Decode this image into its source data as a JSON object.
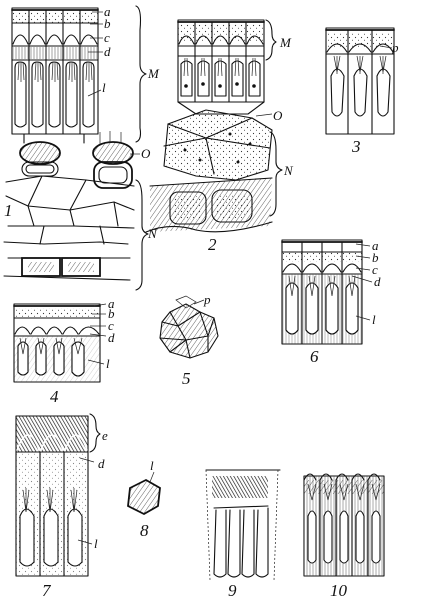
{
  "figures": [
    {
      "id": "fig-1",
      "number": "1",
      "labels": [
        "a",
        "b",
        "c",
        "d",
        "l",
        "M",
        "O",
        "N"
      ]
    },
    {
      "id": "fig-2",
      "number": "2",
      "labels": [
        "M",
        "O",
        "N"
      ]
    },
    {
      "id": "fig-3",
      "number": "3",
      "labels": [
        "p"
      ]
    },
    {
      "id": "fig-4",
      "number": "4",
      "labels": [
        "a",
        "b",
        "c",
        "d",
        "l"
      ]
    },
    {
      "id": "fig-5",
      "number": "5",
      "labels": [
        "p"
      ]
    },
    {
      "id": "fig-6",
      "number": "6",
      "labels": [
        "a",
        "b",
        "c",
        "d",
        "l"
      ]
    },
    {
      "id": "fig-7",
      "number": "7",
      "labels": [
        "e",
        "d",
        "l"
      ]
    },
    {
      "id": "fig-8",
      "number": "8",
      "labels": [
        "l"
      ]
    },
    {
      "id": "fig-9",
      "number": "9",
      "labels": []
    },
    {
      "id": "fig-10",
      "number": "10",
      "labels": []
    }
  ],
  "colors": {
    "ink": "#111111",
    "paper": "#ffffff"
  }
}
